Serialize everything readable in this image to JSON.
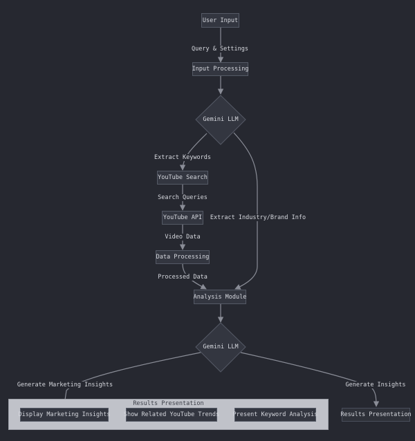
{
  "nodes": {
    "user_input": "User Input",
    "input_processing": "Input Processing",
    "gemini_llm_1": "Gemini LLM",
    "youtube_search": "YouTube Search",
    "youtube_api": "YouTube API",
    "data_processing": "Data Processing",
    "analysis_module": "Analysis Module",
    "gemini_llm_2": "Gemini LLM",
    "display_marketing_insights": "Display Marketing Insights",
    "show_related_trends": "Show Related YouTube Trends",
    "present_keyword_analysis": "Present Keyword Analysis",
    "results_presentation": "Results Presentation"
  },
  "cluster": {
    "title": "Results Presentation"
  },
  "edges": {
    "query_settings": "Query & Settings",
    "extract_keywords": "Extract Keywords",
    "search_queries": "Search Queries",
    "video_data": "Video Data",
    "processed_data": "Processed Data",
    "extract_industry": "Extract Industry/Brand Info",
    "generate_marketing_insights": "Generate Marketing Insights",
    "generate_insights": "Generate Insights"
  },
  "colors": {
    "background": "#262830",
    "node_fill": "#333640",
    "node_border": "#555a66",
    "edge": "#8a8d97",
    "cluster_fill": "#c0c2c9"
  }
}
